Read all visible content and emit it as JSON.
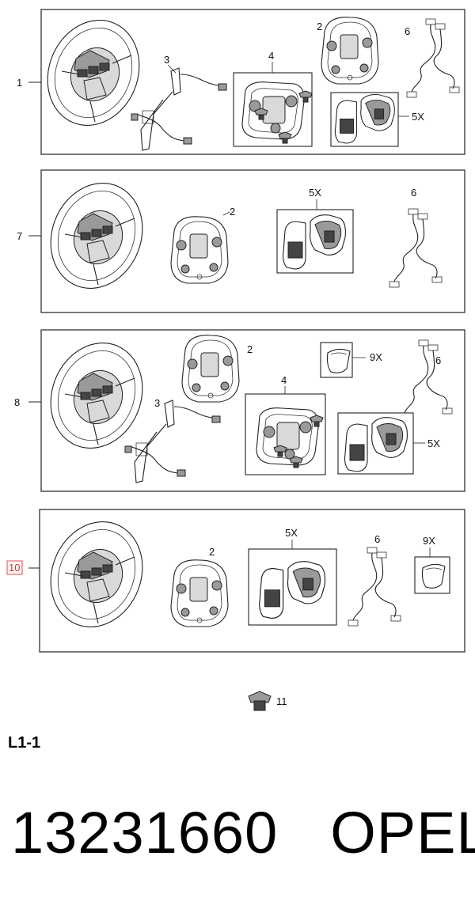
{
  "groups": [
    {
      "callout": "1",
      "callout_highlighted": false,
      "items": [
        {
          "type": "steering-wheel"
        },
        {
          "type": "bracket-harness",
          "label": "3"
        },
        {
          "type": "bezel-kit",
          "label": "4"
        },
        {
          "type": "cover",
          "label": "2"
        },
        {
          "type": "harness",
          "label": "6"
        },
        {
          "type": "switch-kit",
          "label": "5X"
        }
      ]
    },
    {
      "callout": "7",
      "callout_highlighted": false,
      "items": [
        {
          "type": "steering-wheel"
        },
        {
          "type": "cover",
          "label": "2"
        },
        {
          "type": "switch-kit",
          "label": "5X"
        },
        {
          "type": "harness",
          "label": "6"
        }
      ]
    },
    {
      "callout": "8",
      "callout_highlighted": false,
      "items": [
        {
          "type": "steering-wheel"
        },
        {
          "type": "cover",
          "label": "2"
        },
        {
          "type": "trim-cap",
          "label": "9X"
        },
        {
          "type": "harness",
          "label": "6"
        },
        {
          "type": "bracket-harness",
          "label": "3"
        },
        {
          "type": "bezel-kit",
          "label": "4"
        },
        {
          "type": "switch-kit",
          "label": "5X"
        }
      ]
    },
    {
      "callout": "10",
      "callout_highlighted": true,
      "items": [
        {
          "type": "steering-wheel"
        },
        {
          "type": "cover",
          "label": "2"
        },
        {
          "type": "switch-kit",
          "label": "5X"
        },
        {
          "type": "harness",
          "label": "6"
        },
        {
          "type": "trim-cap",
          "label": "9X"
        }
      ]
    }
  ],
  "fastener": {
    "label": "11"
  },
  "assembly_code": "L1-1",
  "part_number": "13231660",
  "brand": "OPEL",
  "colors": {
    "line": "#222222",
    "callout_highlight": "#e05050",
    "fill_grey": "#9a9a9a"
  }
}
